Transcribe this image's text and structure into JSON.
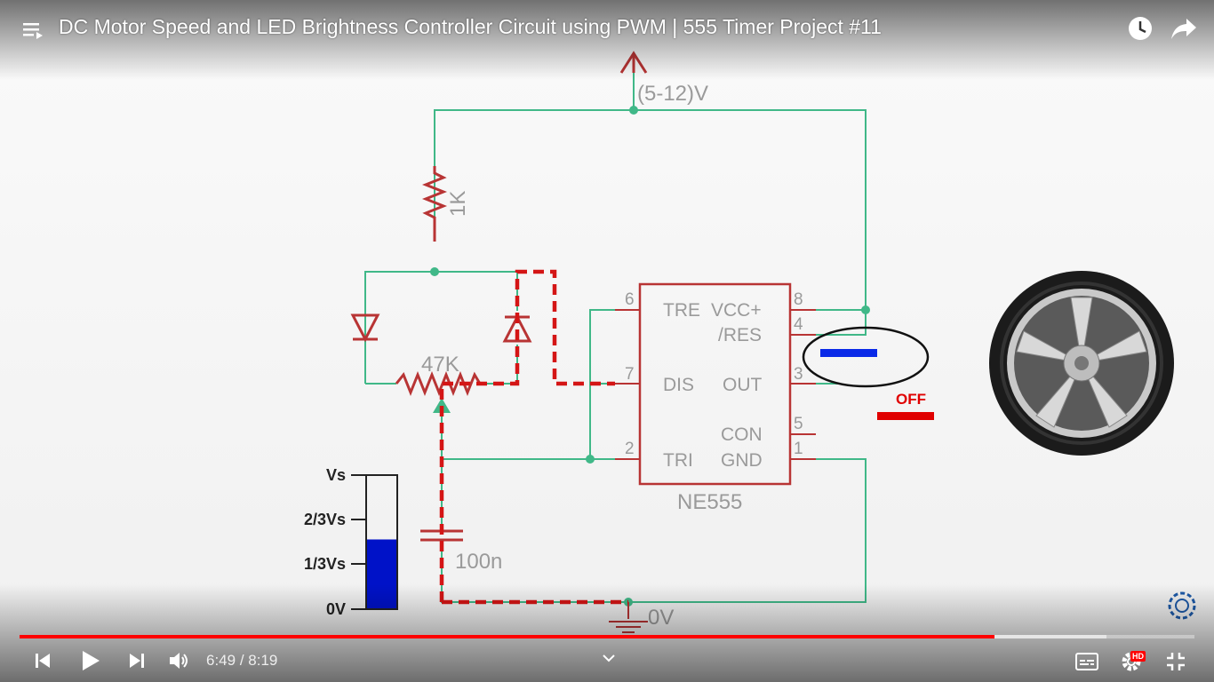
{
  "player": {
    "title": "DC Motor Speed and LED Brightness Controller Circuit using PWM | 555 Timer Project #11",
    "current_time": "6:49",
    "separator": " / ",
    "duration": "8:19",
    "played_fraction": 0.83,
    "buffered_fraction": 0.925,
    "hd_badge": "HD",
    "accent_color": "#ff0000"
  },
  "circuit": {
    "supply_label": "(5-12)V",
    "resistor_label": "1K",
    "pot_label": "47K",
    "cap_label": "100n",
    "ground_label": "0V",
    "chip_name": "NE555",
    "pins": {
      "tre": "TRE",
      "vcc": "VCC+",
      "res": "/RES",
      "dis": "DIS",
      "out": "OUT",
      "con": "CON",
      "tri": "TRI",
      "gnd": "GND",
      "n6": "6",
      "n8": "8",
      "n4": "4",
      "n7": "7",
      "n3": "3",
      "n5": "5",
      "n2": "2",
      "n1": "1"
    },
    "output_state": "OFF",
    "meter": {
      "labels": [
        "Vs",
        "2/3Vs",
        "1/3Vs",
        "0V"
      ],
      "level_fraction": 0.52
    }
  },
  "colors": {
    "wire": "#40b888",
    "component": "#b83434",
    "label": "#9a9a9a",
    "dash": "#d41515",
    "meter_fill": "#0012c8",
    "indicator": "#0a2ae8"
  }
}
